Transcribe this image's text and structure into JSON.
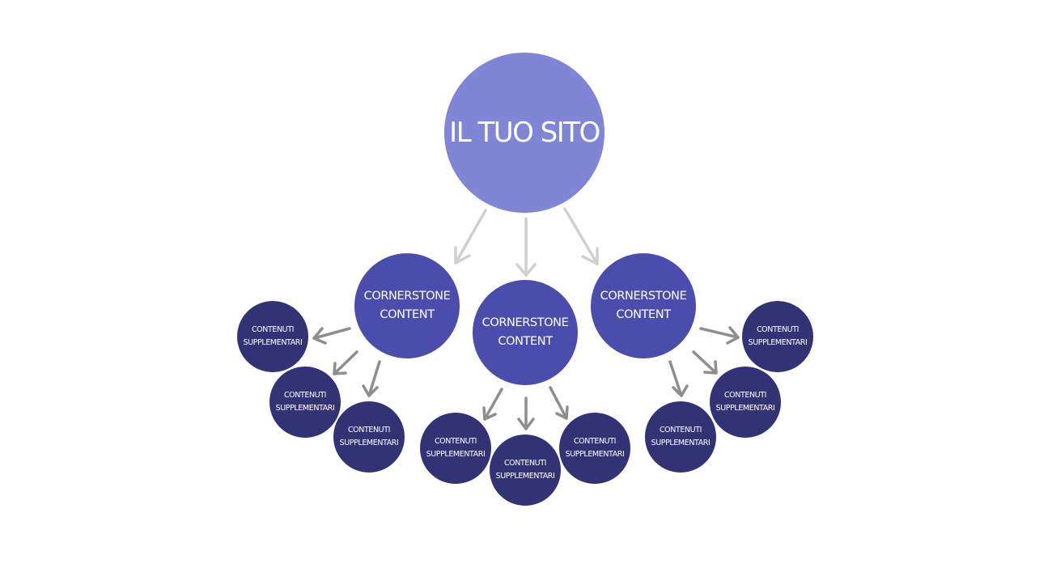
{
  "diagram": {
    "root": {
      "label": "IL TUO SITO"
    },
    "hubs": [
      {
        "line1": "CORNERSTONE",
        "line2": "CONTENT"
      },
      {
        "line1": "CORNERSTONE",
        "line2": "CONTENT"
      },
      {
        "line1": "CORNERSTONE",
        "line2": "CONTENT"
      }
    ],
    "leaves": [
      {
        "line1": "CONTENUTI",
        "line2": "SUPPLEMENTARI"
      },
      {
        "line1": "CONTENUTI",
        "line2": "SUPPLEMENTARI"
      },
      {
        "line1": "CONTENUTI",
        "line2": "SUPPLEMENTARI"
      },
      {
        "line1": "CONTENUTI",
        "line2": "SUPPLEMENTARI"
      },
      {
        "line1": "CONTENUTI",
        "line2": "SUPPLEMENTARI"
      },
      {
        "line1": "CONTENUTI",
        "line2": "SUPPLEMENTARI"
      },
      {
        "line1": "CONTENUTI",
        "line2": "SUPPLEMENTARI"
      },
      {
        "line1": "CONTENUTI",
        "line2": "SUPPLEMENTARI"
      },
      {
        "line1": "CONTENUTI",
        "line2": "SUPPLEMENTARI"
      }
    ],
    "colors": {
      "root": "#8085d6",
      "hub": "#4a4dab",
      "leaf": "#323374",
      "arrow_light": "#d0d0d0",
      "arrow_dark": "#8e8e8e"
    }
  }
}
